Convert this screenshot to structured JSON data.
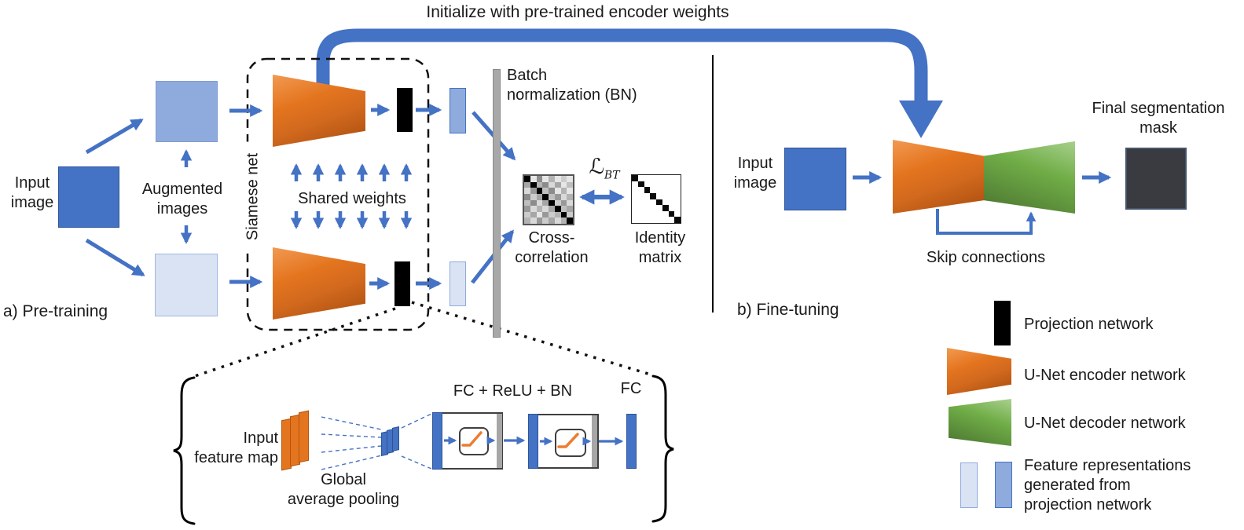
{
  "title": "Initialize with pre-trained encoder weights",
  "panel_a": {
    "section_label": "a) Pre-training",
    "input_image": "Input image",
    "augmented_images": "Augmented images",
    "siamese_net": "Siamese net",
    "shared_weights": "Shared weights",
    "batch_norm_line1": "Batch",
    "batch_norm_line2": "normalization (BN)",
    "cross_correlation": "Cross-correlation",
    "loss_symbol": "ℒ",
    "loss_subscript": "BT",
    "identity_matrix": "Identity matrix"
  },
  "panel_b": {
    "section_label": "b) Fine-tuning",
    "input_image": "Input image",
    "skip_connections": "Skip connections",
    "final_mask": "Final segmentation mask"
  },
  "projection_detail": {
    "input_feature_map_line1": "Input",
    "input_feature_map_line2": "feature map",
    "gap_line1": "Global",
    "gap_line2": "average pooling",
    "fc_relu_bn": "FC + ReLU + BN",
    "fc": "FC"
  },
  "legend": {
    "items": [
      {
        "icon": "projection-network-icon",
        "label": "Projection network"
      },
      {
        "icon": "unet-encoder-icon",
        "label": "U-Net encoder network"
      },
      {
        "icon": "unet-decoder-icon",
        "label": "U-Net decoder network"
      },
      {
        "icon": "feature-representation-icon",
        "label": "Feature representations generated from projection network"
      }
    ]
  },
  "matrices": {
    "identity_size": 8,
    "cross_correlation": [
      [
        1.0,
        0.1,
        0.45,
        0.1,
        0.3,
        0.1,
        0.2,
        0.1
      ],
      [
        0.35,
        1.0,
        0.3,
        0.45,
        0.15,
        0.35,
        0.1,
        0.25
      ],
      [
        0.15,
        0.4,
        1.0,
        0.25,
        0.45,
        0.1,
        0.3,
        0.1
      ],
      [
        0.45,
        0.2,
        0.35,
        1.0,
        0.25,
        0.4,
        0.15,
        0.3
      ],
      [
        0.25,
        0.45,
        0.15,
        0.35,
        1.0,
        0.2,
        0.4,
        0.15
      ],
      [
        0.4,
        0.15,
        0.3,
        0.15,
        0.35,
        1.0,
        0.25,
        0.35
      ],
      [
        0.2,
        0.35,
        0.1,
        0.4,
        0.2,
        0.3,
        1.0,
        0.2
      ],
      [
        0.3,
        0.15,
        0.4,
        0.2,
        0.35,
        0.15,
        0.3,
        1.0
      ]
    ]
  },
  "colors": {
    "accent_blue": "#4472C4",
    "medium_blue": "#8FAADC",
    "light_blue": "#DAE3F3",
    "encoder_orange": "#E4751F",
    "decoder_green": "#70AD47",
    "bn_gray": "#A8A8A8",
    "mask_dark": "#393B41",
    "relu_orange": "#ED7D31"
  }
}
